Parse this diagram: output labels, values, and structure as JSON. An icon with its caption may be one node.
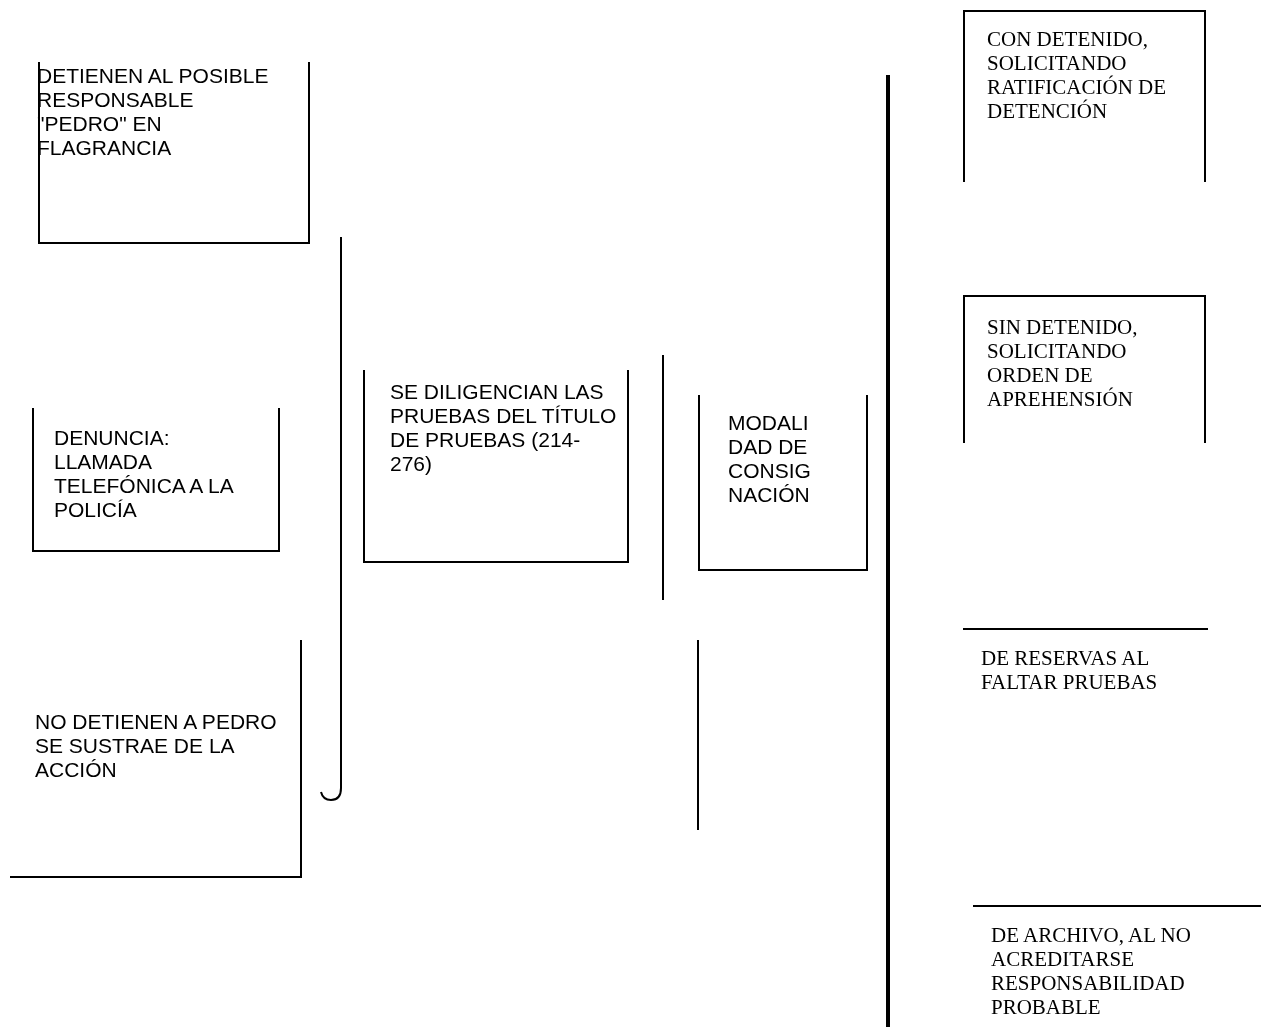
{
  "diagram": {
    "nodes": [
      {
        "text": [
          "DETIENEN AL POSIBLE RESPONSABLE \"PEDRO\" EN FLAGRANCIA"
        ]
      },
      {
        "text": [
          "DENUNCIA: LLAMADA TELEFÓNICA A LA POLICÍA"
        ]
      },
      {
        "text": [
          "NO DETIENEN A PEDRO SE SUSTRAE DE LA ACCIÓN"
        ]
      },
      {
        "text": [
          "SE DILIGENCIAN LAS PRUEBAS DEL TÍTULO DE PRUEBAS (214-276)"
        ]
      },
      {
        "text": [
          "MODALI DAD DE CONSIG NACIÓN"
        ]
      },
      {
        "text": [
          "CON DETENIDO, SOLICITANDO RATIFICACIÓN DE DETENCIÓN"
        ]
      },
      {
        "text": [
          "SIN DETENIDO, SOLICITANDO ORDEN DE APREHENSIÓN"
        ]
      },
      {
        "text": [
          "DE RESERVAS AL FALTAR PRUEBAS"
        ]
      },
      {
        "text": [
          "DE ARCHIVO, AL NO ACREDITARSE RESPONSABILIDAD PROBABLE"
        ]
      }
    ]
  }
}
